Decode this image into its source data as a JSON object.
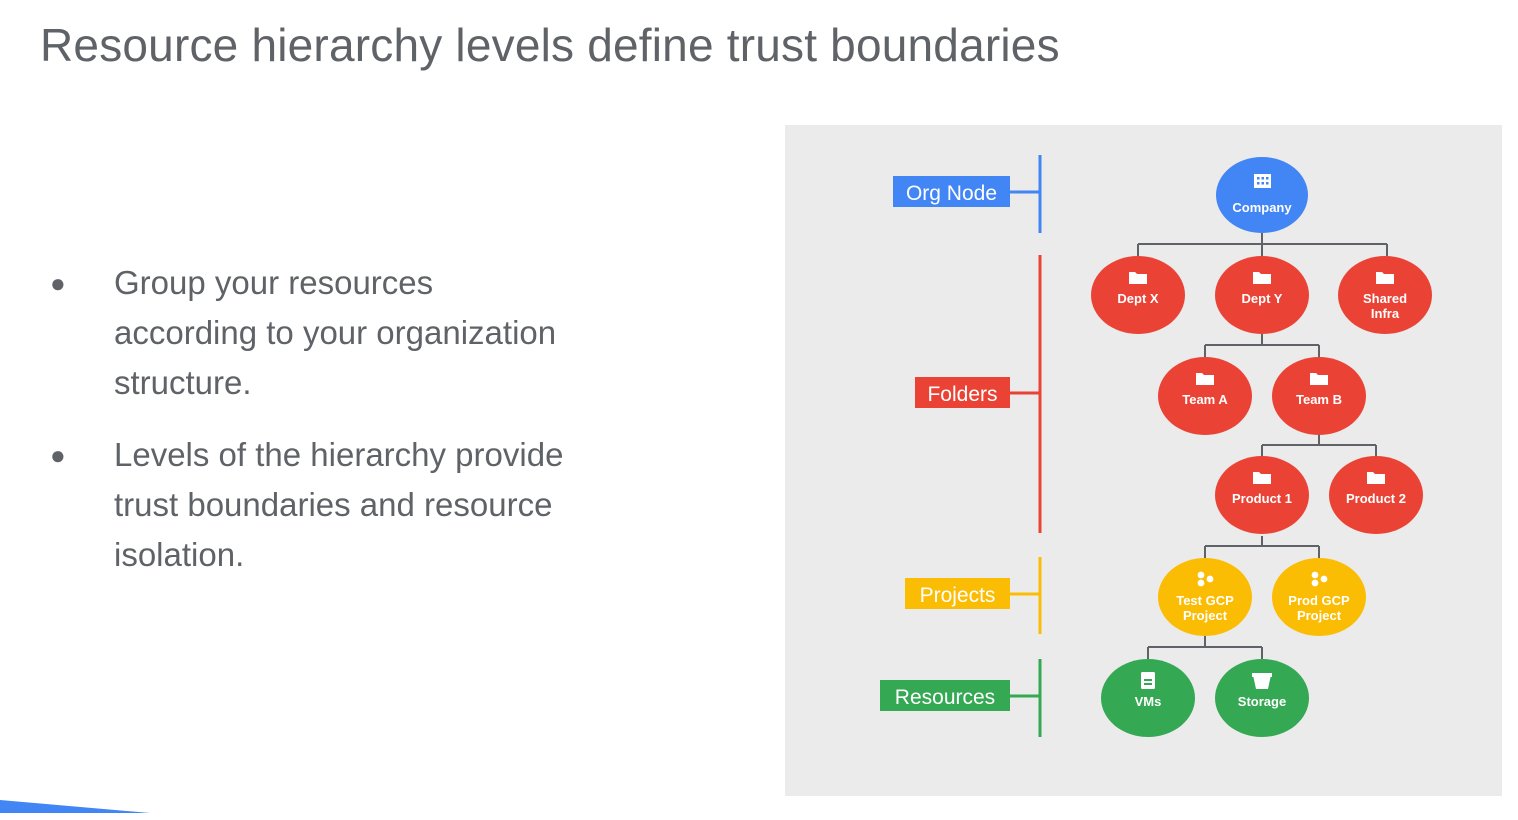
{
  "title": "Resource hierarchy levels define trust boundaries",
  "bullets": [
    "Group your resources according to your organization structure.",
    "Levels of the hierarchy provide trust boundaries and resource isolation."
  ],
  "colors": {
    "org": "#4285f4",
    "folder": "#ea4335",
    "project": "#fbbc04",
    "resource": "#34a853",
    "line": "#5f6368"
  },
  "levels": {
    "org": "Org Node",
    "folders": "Folders",
    "projects": "Projects",
    "resources": "Resources"
  },
  "nodes": {
    "company": "Company",
    "dept_x": "Dept X",
    "dept_y": "Dept Y",
    "shared_infra_1": "Shared",
    "shared_infra_2": "Infra",
    "team_a": "Team A",
    "team_b": "Team B",
    "product_1": "Product 1",
    "product_2": "Product 2",
    "test_gcp_1": "Test GCP",
    "test_gcp_2": "Project",
    "prod_gcp_1": "Prod GCP",
    "prod_gcp_2": "Project",
    "vms": "VMs",
    "storage": "Storage"
  },
  "icons": {
    "company": "building-icon",
    "folder": "folder-icon",
    "project": "project-nodes-icon",
    "vms": "vm-icon",
    "storage": "storage-icon"
  }
}
